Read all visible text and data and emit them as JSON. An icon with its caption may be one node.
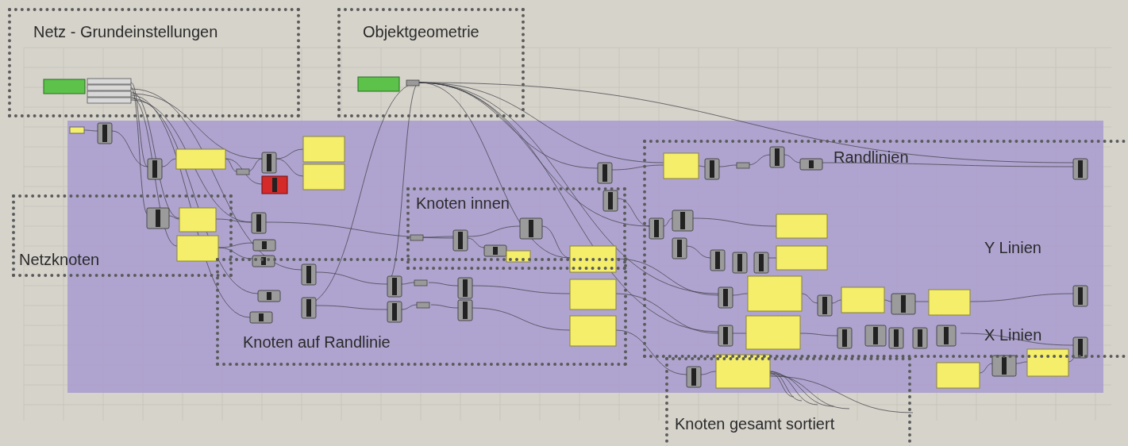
{
  "diagram": {
    "nodes": [
      {
        "text": [
          "Netz - Grundeinstellungen"
        ]
      },
      {
        "text": [
          "Objektgeometrie"
        ]
      },
      {
        "text": [
          "Netzknoten"
        ]
      },
      {
        "text": [
          "Knoten innen"
        ]
      },
      {
        "text": [
          "Knoten auf Randlinie"
        ]
      },
      {
        "text": [
          "Randlinien",
          "Y Linien",
          "X Linien"
        ]
      },
      {
        "text": [
          "Knoten gesamt sortiert"
        ]
      }
    ]
  }
}
